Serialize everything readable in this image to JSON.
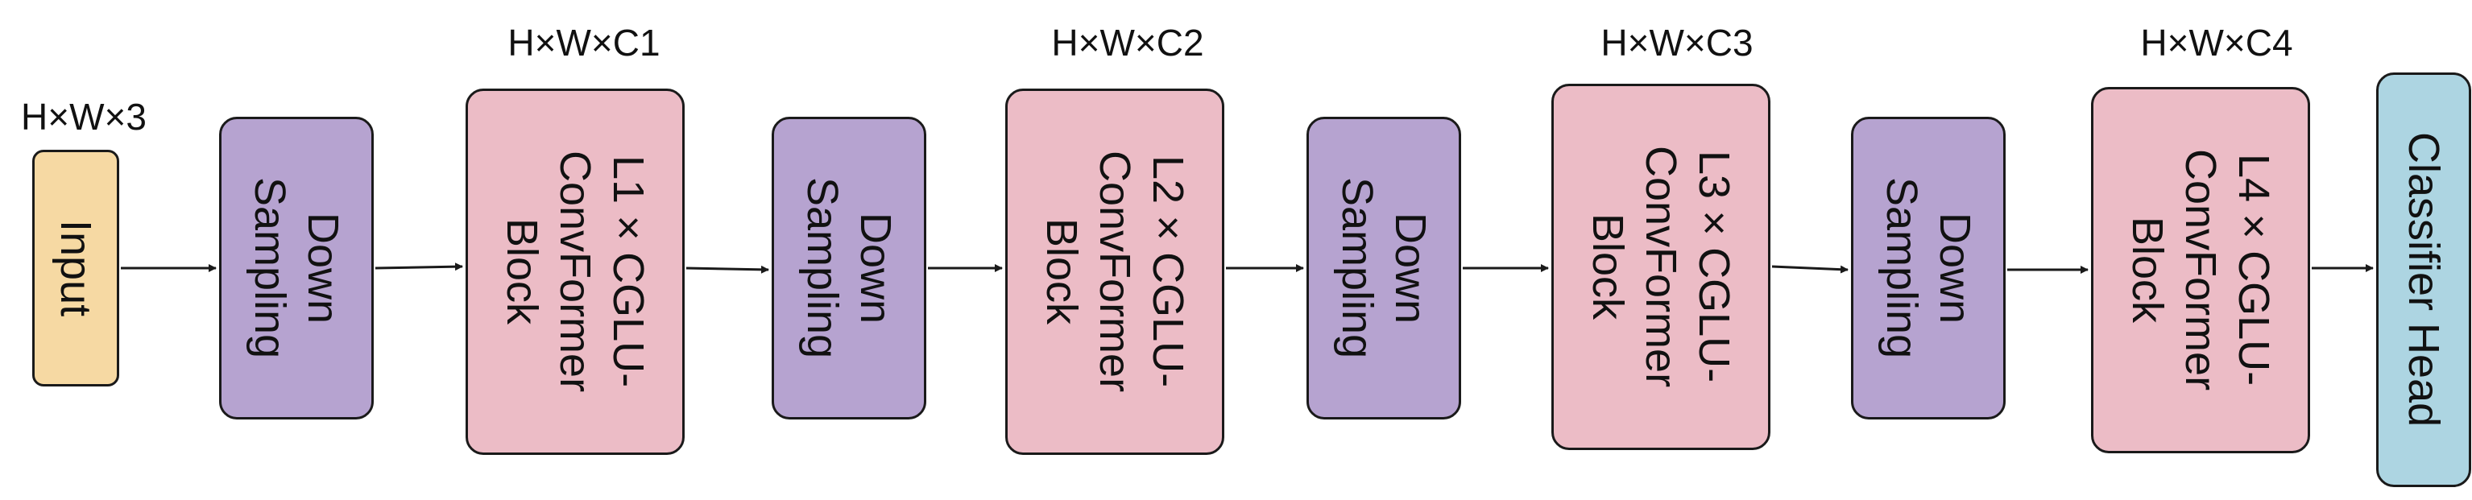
{
  "input_dim": "H×W×3",
  "nodes": {
    "input": "Input",
    "down1": "Down\nSampling",
    "stage1": "L1×CGLU-\nConvFormer\nBlock",
    "down2": "Down\nSampling",
    "stage2": "L2×CGLU-\nConvFormer\nBlock",
    "down3": "Down\nSampling",
    "stage3": "L3×CGLU-\nConvFormer\nBlock",
    "down4": "Down\nSampling",
    "stage4": "L4×CGLU-\nConvFormer\nBlock",
    "head": "Classifier Head"
  },
  "stage_dims": [
    "H×W×C1",
    "H×W×C2",
    "H×W×C3",
    "H×W×C4"
  ],
  "colors": {
    "input": "#f6d9a3",
    "down_sampling": "#b6a3d0",
    "convformer_block": "#ecbcc6",
    "classifier_head": "#add5e2"
  }
}
